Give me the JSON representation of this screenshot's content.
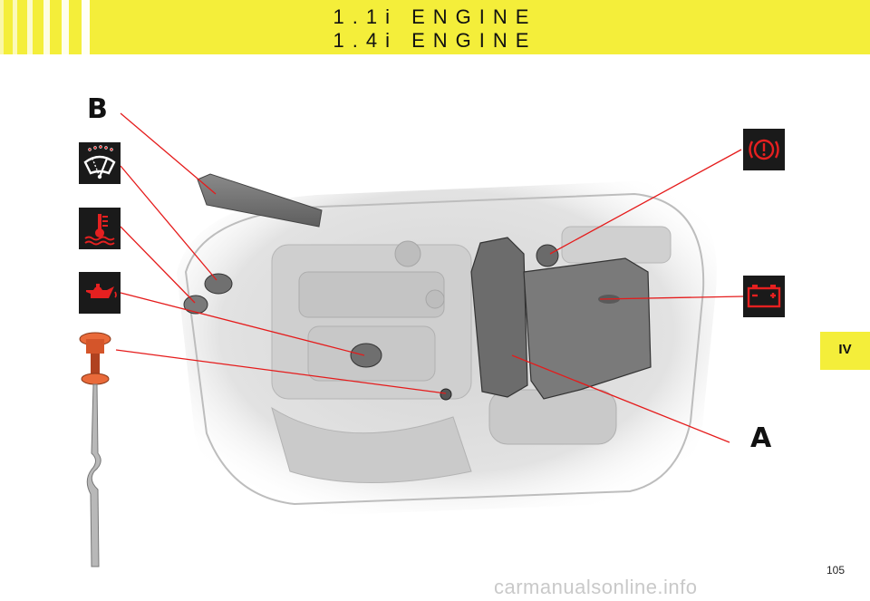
{
  "header": {
    "title_line1": "1.1i ENGINE",
    "title_line2": "1.4i ENGINE",
    "color": "#f4ee3a"
  },
  "callouts": {
    "label_b": "B",
    "label_a": "A"
  },
  "icons": [
    {
      "name": "windscreen-washer-icon",
      "color": "#e52020"
    },
    {
      "name": "coolant-temperature-icon",
      "color": "#e52020"
    },
    {
      "name": "oil-can-icon",
      "color": "#e52020"
    },
    {
      "name": "brake-warning-icon",
      "color": "#e52020"
    },
    {
      "name": "battery-icon",
      "color": "#e52020"
    }
  ],
  "section_tab": "IV",
  "page_number": "105",
  "footer_watermark": "carmanualsonline.info"
}
